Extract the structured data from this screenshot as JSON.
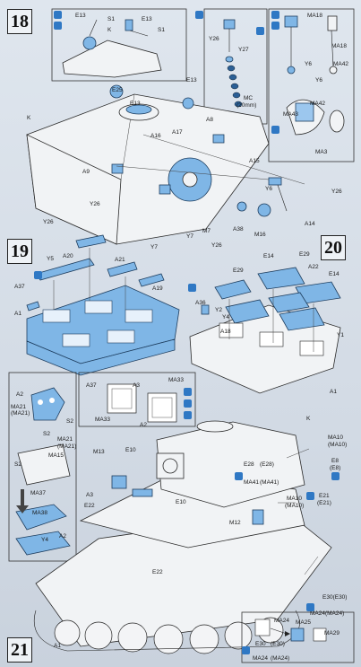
{
  "steps": {
    "s18": "18",
    "s19": "19",
    "s20": "20",
    "s21": "21"
  },
  "labels_18": {
    "e13a": "E13",
    "s1a": "S1",
    "e13b": "E13",
    "s1b": "S1",
    "k": "K",
    "e25": "E25",
    "e13c": "E13",
    "e13d": "E13",
    "a8": "A8",
    "a16": "A16",
    "a17": "A17",
    "k2": "K",
    "a15": "A15",
    "a9": "A9",
    "y6": "Y6",
    "y26a": "Y26",
    "y26b": "Y26",
    "y26c": "Y26",
    "m7": "M7",
    "y7a": "Y7",
    "y7b": "Y7",
    "a38": "A38",
    "m16": "M16",
    "a14": "A14",
    "y26d": "Y26",
    "y27": "Y27",
    "mc": "MC",
    "mc_size": "(20mm)",
    "ma18a": "MA18",
    "ma18b": "MA18",
    "ma42a": "MA42",
    "y6b": "Y6",
    "y6c": "Y6",
    "ma43": "MA43",
    "ma42b": "MA42",
    "ma3": "MA3",
    "y26e": "Y26"
  },
  "labels_19": {
    "y5": "Y5",
    "a20": "A20",
    "a21": "A21",
    "a19": "A19",
    "a37": "A37",
    "a1": "A1"
  },
  "labels_20": {
    "e29a": "E29",
    "e14a": "E14",
    "e29b": "E29",
    "a22": "A22",
    "e14b": "E14",
    "a36": "A36",
    "y2": "Y2",
    "y4": "Y4",
    "a18": "A18",
    "y1": "Y1",
    "a1": "A1"
  },
  "labels_21": {
    "a2a": "A2",
    "ma21a": "MA21",
    "ma21b": "(MA21)",
    "s2a": "S2",
    "a37": "A37",
    "a3": "A3",
    "ma33a": "MA33",
    "ma33b": "MA33",
    "a2b": "A2",
    "k": "K",
    "ma10a": "MA10",
    "ma10b": "(MA10)",
    "e8a": "E8",
    "e8b": "(E8)",
    "s2b": "S2",
    "ma21c": "MA21",
    "ma21d": "(MA21)",
    "s2c": "S2",
    "ma15": "MA15",
    "e10a": "E10",
    "m13": "M13",
    "ma37": "MA37",
    "ma38": "MA38",
    "e28a": "E28",
    "e28b": "(E28)",
    "ma41a": "MA41",
    "ma41b": "(MA41)",
    "a3b": "A3",
    "e22a": "E22",
    "e10b": "E10",
    "ma10c": "MA10",
    "ma10d": "(MA10)",
    "e21a": "E21",
    "e21b": "(E21)",
    "y4": "Y4",
    "a2c": "A2",
    "m12": "M12",
    "e22b": "E22",
    "e30a": "E30",
    "e30b": "(E30)",
    "ma24a": "MA24",
    "ma24b": "(MA24)",
    "ma24c": "MA24",
    "ma25": "MA25",
    "ma29": "MA29",
    "e30c": "E30(E30)",
    "ma24d": "MA24(MA24)",
    "a1": "A1"
  },
  "colors": {
    "part_blue": "#7fb6e6",
    "icon_blue": "#2f78c4",
    "hull_white": "#f1f3f5",
    "paper": "#d5dde6"
  }
}
